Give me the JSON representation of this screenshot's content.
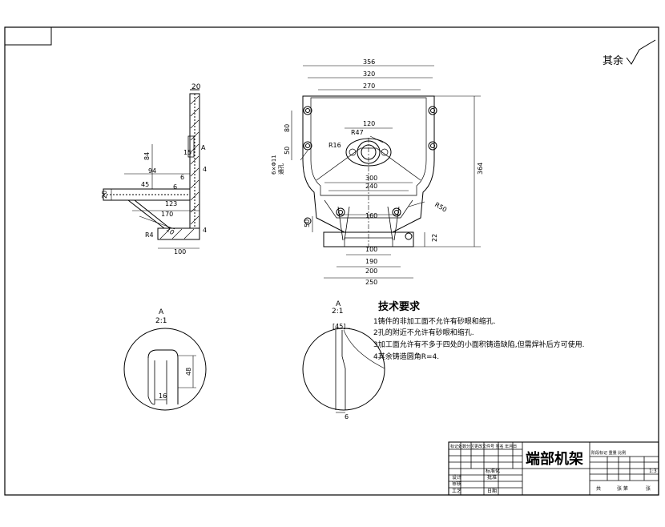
{
  "drawing": {
    "title": "端部机架",
    "finish_note": "其余",
    "tech_requirements": {
      "heading": "技术要求",
      "items": [
        "1铸件的非加工面不允许有砂眼和缩孔.",
        "2孔的附近不允许有砂眼和缩孔.",
        "3加工面允许有不多于四处的小面积铸造缺陷,但需焊补后方可使用.",
        "4其余铸造圆角R=4."
      ]
    },
    "detail_left": {
      "title": "A",
      "scale": "2:1",
      "dim_height": "48",
      "dim_width": "16"
    },
    "detail_right": {
      "title": "A",
      "scale": "2:1",
      "dim_angle": "[45]",
      "dim_width": "6"
    }
  },
  "side_view": {
    "dims": {
      "top_thk": "20",
      "d84": "84",
      "d15": "15",
      "d94": "94",
      "d6": "6",
      "d4a": "4",
      "d45": "45",
      "d6b": "6",
      "d123": "123",
      "d20": "20",
      "d170": "170",
      "r4": "R4",
      "d10": "10",
      "d4b": "4",
      "d100": "100",
      "label_a": "A"
    }
  },
  "front_view": {
    "dims": {
      "d356": "356",
      "d320": "320",
      "d270": "270",
      "d120": "120",
      "r47": "R47",
      "r16": "R16",
      "d80": "80",
      "d50": "50",
      "hole": "6×Φ11",
      "hole2": "通孔",
      "d300": "300",
      "d240": "240",
      "d364": "364",
      "r50": "R50",
      "d160": "160",
      "d50b": "50",
      "d100": "100",
      "d22": "22",
      "d190": "190",
      "d200": "200",
      "d250": "250"
    }
  },
  "title_block": {
    "change_row": "标记处数分区更改文件号 签名 年月日",
    "design": "设计",
    "check": "审核",
    "process": "工艺",
    "standardize": "标准化",
    "approve": "批准",
    "date": "日期",
    "stage_header": "阶段标记 重量 比例",
    "scale": "1:3",
    "sheet_total": "共",
    "sheet_label": "张 第",
    "sheet_of": "张"
  }
}
